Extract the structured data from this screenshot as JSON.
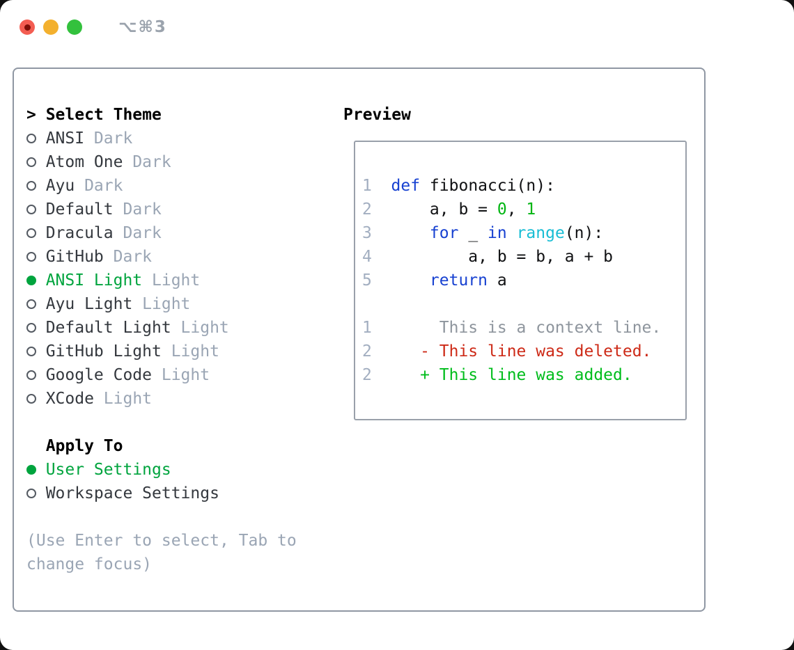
{
  "window": {
    "shortcut_label": "⌥⌘3",
    "traffic_lights": [
      "close",
      "minimize",
      "zoom"
    ]
  },
  "theme_panel": {
    "title_marker": ">",
    "title": "Select Theme",
    "themes": [
      {
        "name": "ANSI",
        "tag": "Dark",
        "selected": false
      },
      {
        "name": "Atom One",
        "tag": "Dark",
        "selected": false
      },
      {
        "name": "Ayu",
        "tag": "Dark",
        "selected": false
      },
      {
        "name": "Default",
        "tag": "Dark",
        "selected": false
      },
      {
        "name": "Dracula",
        "tag": "Dark",
        "selected": false
      },
      {
        "name": "GitHub",
        "tag": "Dark",
        "selected": false
      },
      {
        "name": "ANSI Light",
        "tag": "Light",
        "selected": true
      },
      {
        "name": "Ayu Light",
        "tag": "Light",
        "selected": false
      },
      {
        "name": "Default Light",
        "tag": "Light",
        "selected": false
      },
      {
        "name": "GitHub Light",
        "tag": "Light",
        "selected": false
      },
      {
        "name": "Google Code",
        "tag": "Light",
        "selected": false
      },
      {
        "name": "XCode",
        "tag": "Light",
        "selected": false
      }
    ],
    "apply_to": {
      "title": "Apply To",
      "options": [
        {
          "name": "User Settings",
          "selected": true
        },
        {
          "name": "Workspace Settings",
          "selected": false
        }
      ]
    },
    "hint_lines": [
      "(Use Enter to select, Tab to",
      "change focus)"
    ]
  },
  "preview": {
    "title": "Preview",
    "code_lines": [
      {
        "num": "1",
        "segments": [
          {
            "text": "def",
            "color": "keyword"
          },
          {
            "text": " fibonacci(n):",
            "color": "plain"
          }
        ]
      },
      {
        "num": "2",
        "segments": [
          {
            "text": "    a, b = ",
            "color": "plain"
          },
          {
            "text": "0",
            "color": "number"
          },
          {
            "text": ", ",
            "color": "plain"
          },
          {
            "text": "1",
            "color": "number"
          }
        ]
      },
      {
        "num": "3",
        "segments": [
          {
            "text": "    ",
            "color": "plain"
          },
          {
            "text": "for",
            "color": "keyword"
          },
          {
            "text": " _ ",
            "color": "plain"
          },
          {
            "text": "in",
            "color": "keyword"
          },
          {
            "text": " ",
            "color": "plain"
          },
          {
            "text": "range",
            "color": "builtin"
          },
          {
            "text": "(n):",
            "color": "plain"
          }
        ]
      },
      {
        "num": "4",
        "segments": [
          {
            "text": "        a, b = b, a + b",
            "color": "plain"
          }
        ]
      },
      {
        "num": "5",
        "segments": [
          {
            "text": "    ",
            "color": "plain"
          },
          {
            "text": "return",
            "color": "keyword"
          },
          {
            "text": " a",
            "color": "plain"
          }
        ]
      },
      {
        "num": "",
        "segments": []
      },
      {
        "num": "1",
        "segments": [
          {
            "text": "     This is a context line.",
            "color": "context"
          }
        ]
      },
      {
        "num": "2",
        "segments": [
          {
            "text": "   - This line was deleted.",
            "color": "deleted"
          }
        ]
      },
      {
        "num": "2",
        "segments": [
          {
            "text": "   + This line was added.",
            "color": "added"
          }
        ]
      }
    ]
  },
  "colors": {
    "accent_green": "#00a43e",
    "keyword_blue": "#1741d1",
    "builtin_cyan": "#18bdd4",
    "number_green": "#00b512",
    "deleted_red": "#cd2a17",
    "added_green": "#00bd1c",
    "muted_gray": "#9aa5b4",
    "panel_border": "#8f97a3",
    "traffic_red": "#f35d52",
    "traffic_yellow": "#f3b02e",
    "traffic_green": "#33c13d"
  }
}
